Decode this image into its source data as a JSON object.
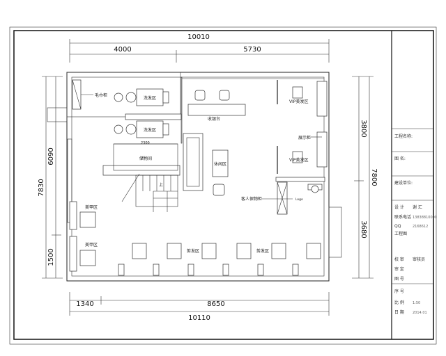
{
  "dimensions": {
    "top_total": "10010",
    "top_left": "4000",
    "top_right": "5730",
    "bottom_left": "1340",
    "bottom_right": "8650",
    "bottom_total": "10110",
    "left_total": "7830",
    "left_upper": "6090",
    "left_lower": "1500",
    "right_upper": "3800",
    "right_total": "7800",
    "right_lower": "3680",
    "small": "2300"
  },
  "rooms": {
    "towel_cabinet": "毛巾柜",
    "wash_area_1": "洗发区",
    "wash_area_2": "洗发区",
    "storage": "储物间",
    "stairs_up": "上",
    "cashier": "收银台",
    "lounge": "休闲区",
    "vip_1": "VIP美发区",
    "vip_2": "VIP美发区",
    "display_cabinet": "展示柜",
    "guest_locker": "客人保物柜",
    "logo": "Logo",
    "nail_area_1": "美甲区",
    "nail_area_2": "美甲区",
    "cut_area_1": "剪发区",
    "cut_area_2": "剪发区"
  },
  "title_block": {
    "project_label": "工程名称:",
    "drawing_label": "图  名:",
    "unit_label": "建设单位:",
    "design_label": "设  计",
    "design_value": "谢 汇",
    "phone_label": "联系电话",
    "phone_value": "13838810000",
    "qq_label": "QQ",
    "qq_value": "2168612",
    "seal_label": "工程图",
    "check_label": "校  审",
    "check_value": "审核员",
    "date_label": "审  定",
    "drawno_label": "图  号",
    "sheet_label": "序  号",
    "scale_label": "比  例",
    "scale_value": "1:50",
    "date2_label": "日  期",
    "date2_value": "2014.01"
  }
}
